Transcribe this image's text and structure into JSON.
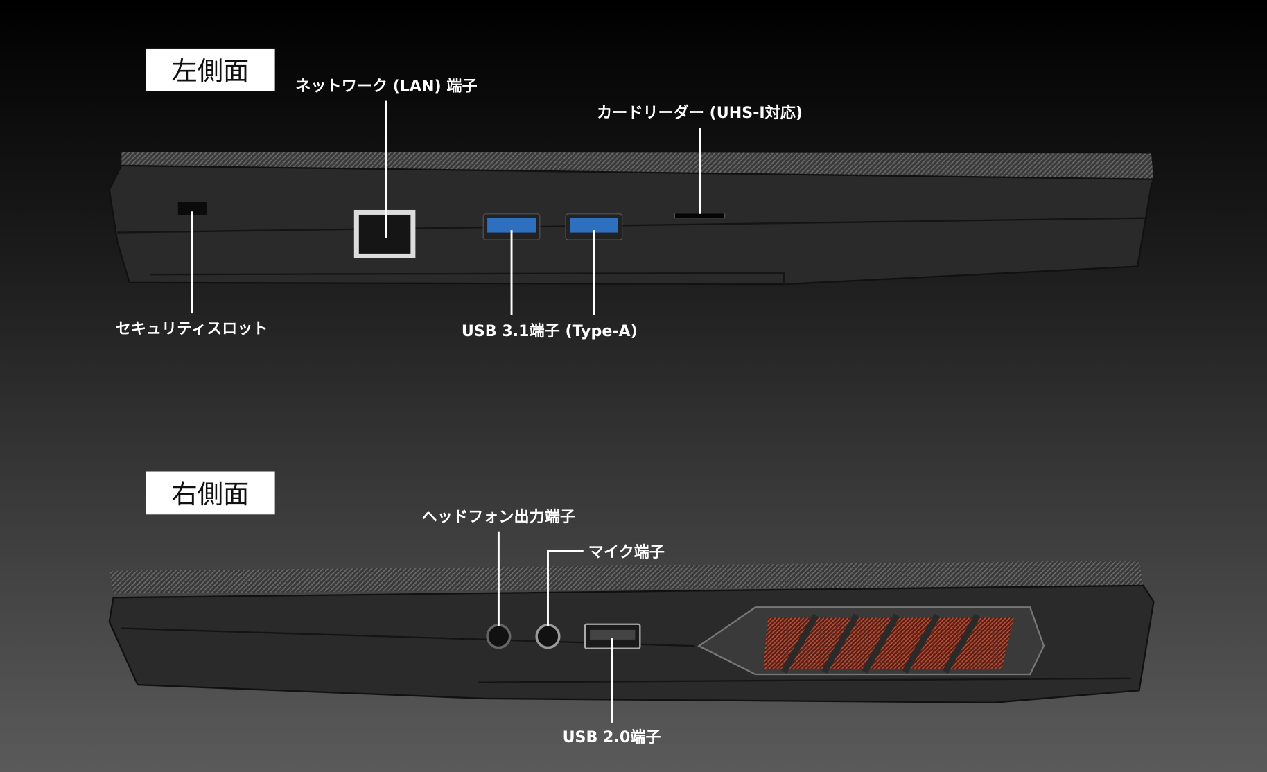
{
  "left_side": {
    "title": "左側面",
    "labels": {
      "lan": "ネットワーク (LAN) 端子",
      "card_reader": "カードリーダー (UHS-I対応)",
      "security_slot": "セキュリティスロット",
      "usb31": "USB 3.1端子 (Type-A)"
    }
  },
  "right_side": {
    "title": "右側面",
    "labels": {
      "headphone": "ヘッドフォン出力端子",
      "mic": "マイク端子",
      "usb20": "USB 2.0端子"
    }
  },
  "colors": {
    "usb3_blue": "#2f6fc0",
    "vent_red": "#a8442c"
  }
}
